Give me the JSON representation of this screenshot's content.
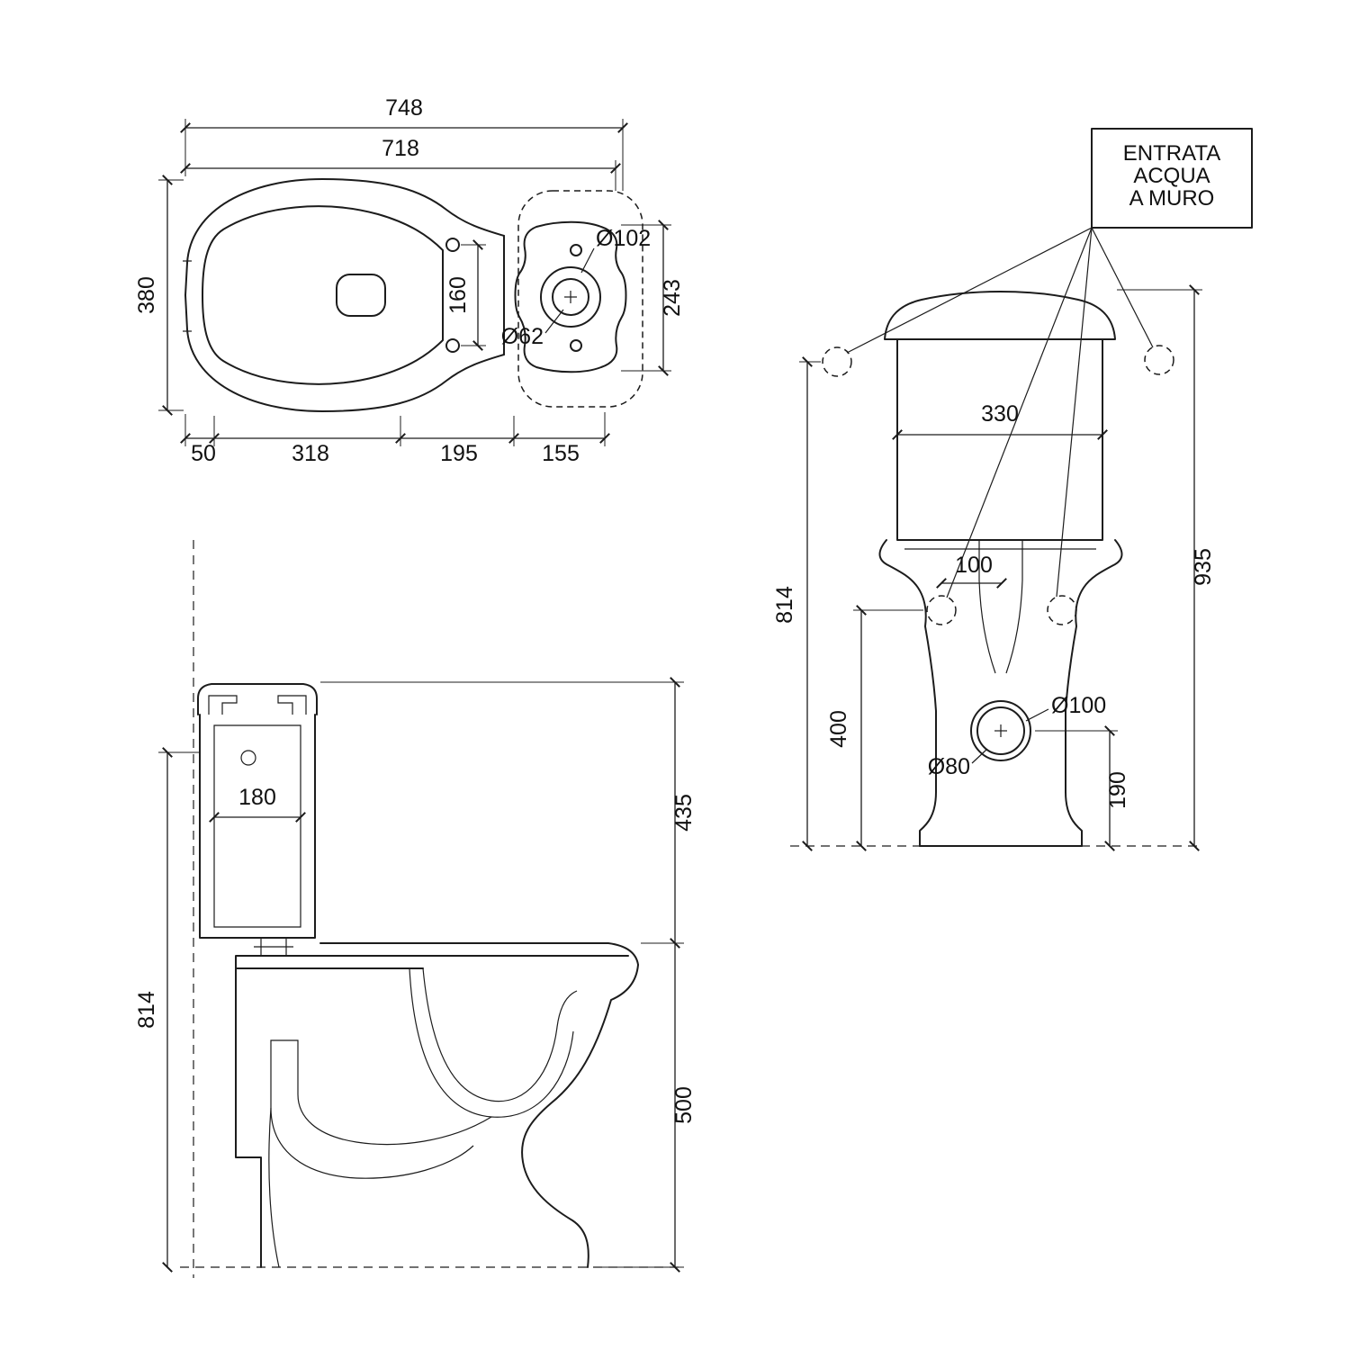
{
  "annotation_box": {
    "lines": [
      "ENTRATA",
      "ACQUA",
      "A MURO"
    ]
  },
  "top_view": {
    "width_overall": "748",
    "width_inner": "718",
    "depth": "380",
    "hinge_spacing": "160",
    "hole_large": "Ø102",
    "hole_small": "Ø62",
    "cistern_depth": "243",
    "seg_50": "50",
    "seg_318": "318",
    "seg_195": "195",
    "seg_155": "155"
  },
  "side_view": {
    "cistern_inner_width": "180",
    "inlet_height": "814",
    "cistern_height": "435",
    "bowl_height": "500"
  },
  "front_view": {
    "cistern_width": "330",
    "bolt_offset": "100",
    "inlet_height": "814",
    "total_height": "935",
    "bolt_height": "400",
    "outlet_outer": "Ø100",
    "outlet_inner": "Ø80",
    "outlet_height": "190"
  }
}
